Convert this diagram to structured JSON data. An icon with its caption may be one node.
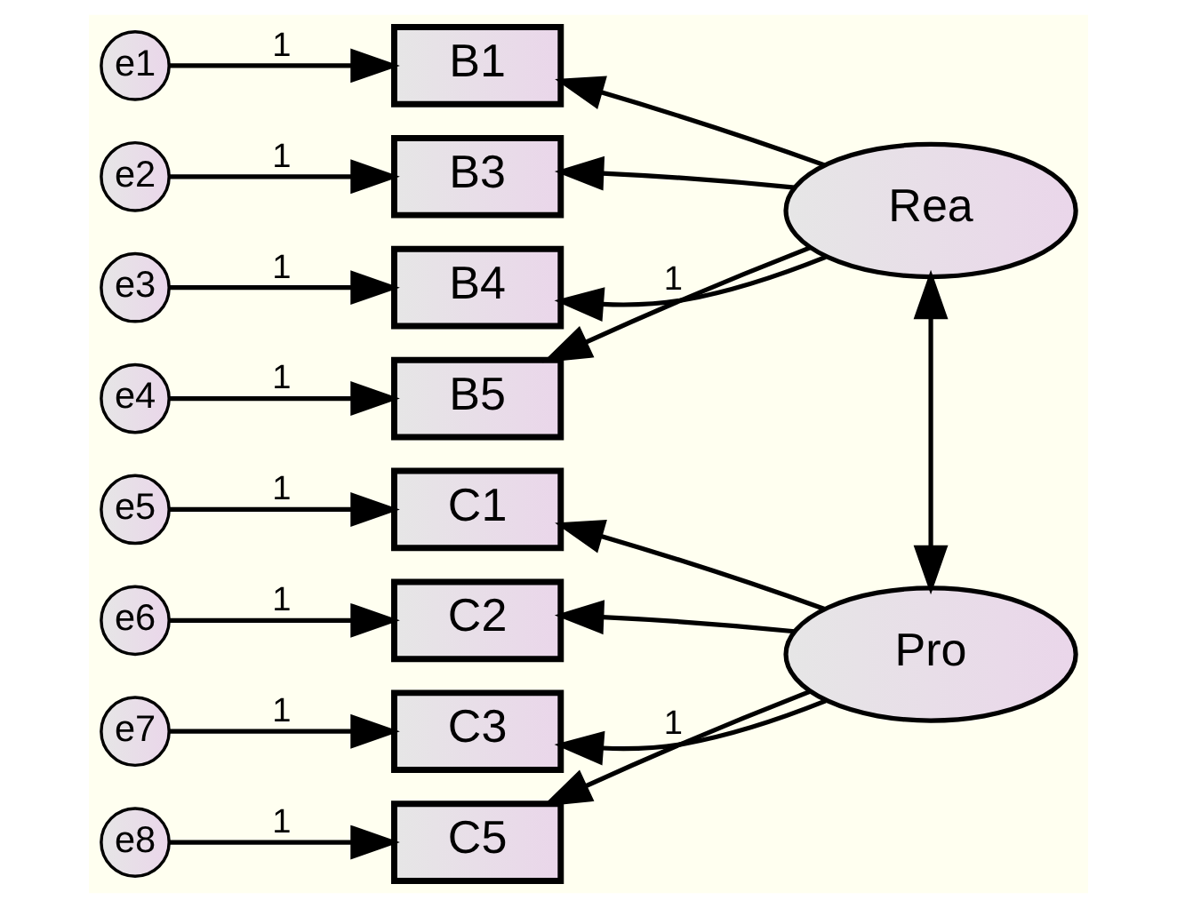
{
  "diagram": {
    "nodes": [
      {
        "text": [
          "e1"
        ]
      },
      {
        "text": [
          "B1"
        ]
      },
      {
        "text": [
          "e2"
        ]
      },
      {
        "text": [
          "B3"
        ]
      },
      {
        "text": [
          "e3"
        ]
      },
      {
        "text": [
          "B4"
        ]
      },
      {
        "text": [
          "e4"
        ]
      },
      {
        "text": [
          "B5"
        ]
      },
      {
        "text": [
          "Rea"
        ]
      },
      {
        "text": [
          "e5"
        ]
      },
      {
        "text": [
          "C1"
        ]
      },
      {
        "text": [
          "e6"
        ]
      },
      {
        "text": [
          "C2"
        ]
      },
      {
        "text": [
          "e7"
        ]
      },
      {
        "text": [
          "C3"
        ]
      },
      {
        "text": [
          "e8"
        ]
      },
      {
        "text": [
          "C5"
        ]
      },
      {
        "text": [
          "Pro"
        ]
      }
    ],
    "edges": [
      {
        "from": 0,
        "to": 1,
        "arrow": "to",
        "label": "1"
      },
      {
        "from": 2,
        "to": 3,
        "arrow": "to",
        "label": "1"
      },
      {
        "from": 4,
        "to": 5,
        "arrow": "to",
        "label": "1"
      },
      {
        "from": 6,
        "to": 7,
        "arrow": "to",
        "label": "1"
      },
      {
        "from": 8,
        "to": 1,
        "arrow": "to"
      },
      {
        "from": 8,
        "to": 3,
        "arrow": "to"
      },
      {
        "from": 8,
        "to": 5,
        "arrow": "to",
        "label": "1"
      },
      {
        "from": 8,
        "to": 7,
        "arrow": "to"
      },
      {
        "from": 9,
        "to": 10,
        "arrow": "to",
        "label": "1"
      },
      {
        "from": 11,
        "to": 12,
        "arrow": "to",
        "label": "1"
      },
      {
        "from": 13,
        "to": 14,
        "arrow": "to",
        "label": "1"
      },
      {
        "from": 15,
        "to": 16,
        "arrow": "to",
        "label": "1"
      },
      {
        "from": 17,
        "to": 10,
        "arrow": "to"
      },
      {
        "from": 17,
        "to": 12,
        "arrow": "to"
      },
      {
        "from": 17,
        "to": 14,
        "arrow": "to",
        "label": "1"
      },
      {
        "from": 17,
        "to": 16,
        "arrow": "to"
      },
      {
        "from": 8,
        "to": 17,
        "arrow": "both"
      }
    ]
  }
}
